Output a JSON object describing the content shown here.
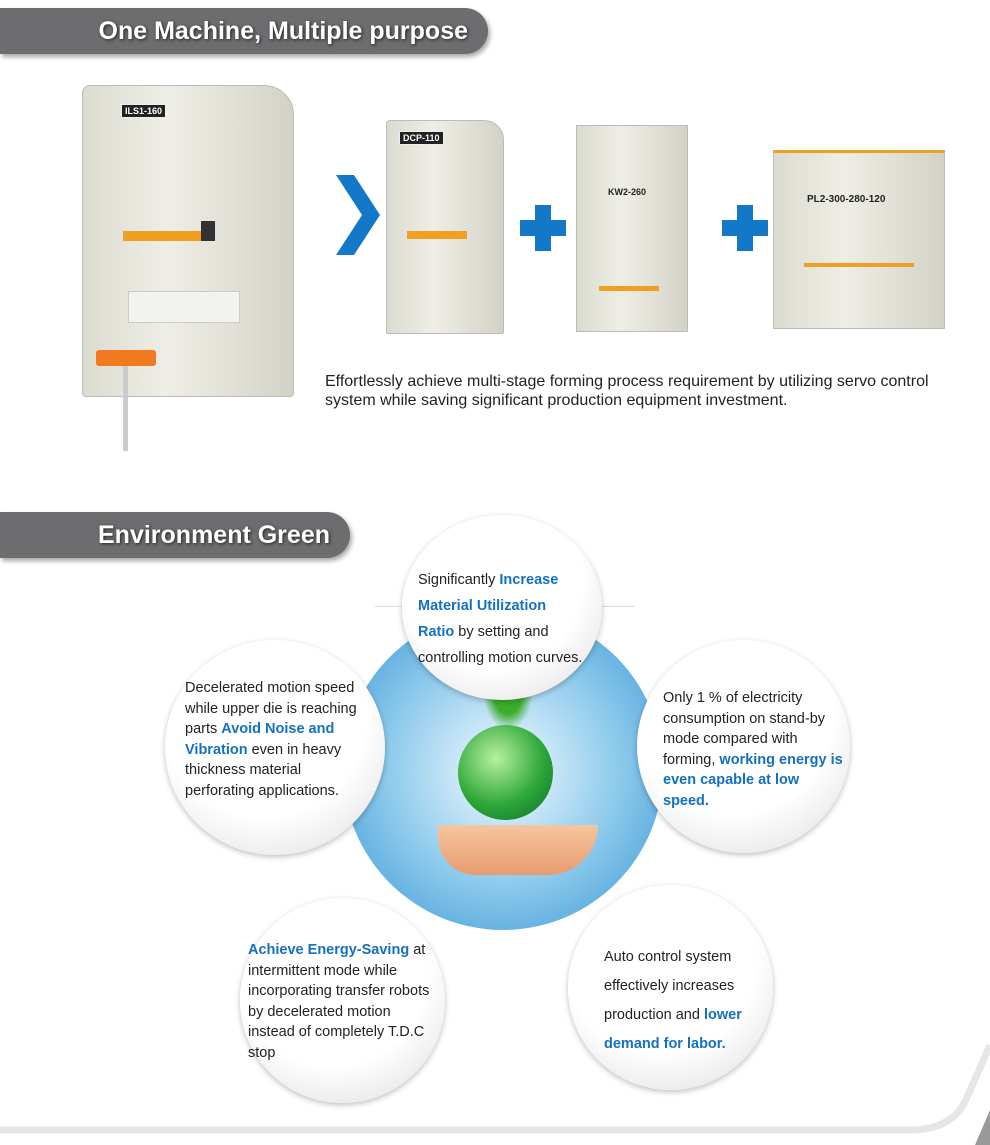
{
  "section1": {
    "title": "One Machine, Multiple purpose",
    "machines": [
      {
        "model": "ILS1-160"
      },
      {
        "model": "DCP-110"
      },
      {
        "model": "KW2-260"
      },
      {
        "model": "PL2-300-280-120"
      }
    ],
    "description": "Effortlessly achieve multi-stage forming process requirement by utilizing servo control system while saving significant production equipment investment."
  },
  "section2": {
    "title": "Environment Green",
    "bubbles": {
      "top": {
        "pre": "Significantly ",
        "hl": "Increase Material Utilization Ratio",
        "post": " by setting and controlling motion curves."
      },
      "left": {
        "pre": "Decelerated motion speed while upper die is reaching parts ",
        "hl": "Avoid Noise and Vibration",
        "post": " even in heavy thickness material perforating applications."
      },
      "right": {
        "pre": "Only 1 % of electricity consumption on stand-by mode compared with forming, ",
        "hl": "working energy is even capable at low speed.",
        "post": ""
      },
      "bottom_left": {
        "pre": "",
        "hl": "Achieve Energy-Saving",
        "post": " at intermittent mode while incorporating transfer robots by decelerated motion instead of completely T.D.C stop"
      },
      "bottom_right": {
        "pre": "Auto control system effectively increases production and ",
        "hl": "lower demand for labor.",
        "post": ""
      }
    }
  },
  "colors": {
    "accent": "#1470c0",
    "banner": "#6d6d70"
  }
}
